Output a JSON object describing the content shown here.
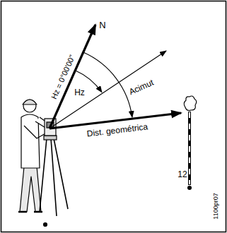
{
  "diagram": {
    "labels": [
      "N",
      "Hz = 0°00'00\"",
      "Hz",
      "Acimut",
      "Dist. geométrica",
      "12",
      "1100pr07"
    ]
  }
}
